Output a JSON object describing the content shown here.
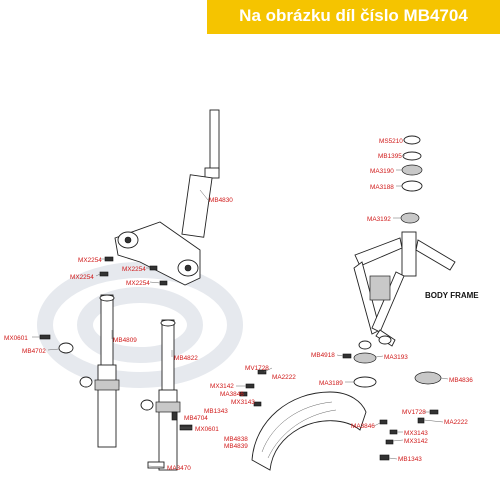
{
  "banner": {
    "title": "Na obrázku díl číslo MB4704",
    "background": "#f5c400"
  },
  "colors": {
    "label": "#d01818",
    "line": "#666666"
  },
  "labels": {
    "MB4830": "MB4830",
    "MX2254_a": "MX2254",
    "MX2254_b": "MX2254",
    "MX2254_c": "MX2254",
    "MX2254_d": "MX2254",
    "MB4809": "MB4809",
    "MB4822": "MB4822",
    "MX0601_a": "MX0601",
    "MB4702": "MB4702",
    "MA3470": "MA3470",
    "MS5210": "MS5210",
    "MB1395": "MB1395",
    "MA3190": "MA3190",
    "MA3188": "MA3188",
    "MA3192": "MA3192",
    "MB4918": "MB4918",
    "MA3193": "MA3193",
    "MA3189": "MA3189",
    "MB4836": "MB4836",
    "MV1728_a": "MV1728",
    "MA2222_a": "MA2222",
    "MX3142_a": "MX3142",
    "MA3846_a": "MA3846",
    "MX3143_a": "MX3143",
    "MB1343_a": "MB1343",
    "MB4704": "MB4704",
    "MX0601_b": "MX0601",
    "MB4838": "MB4838",
    "MB4839": "MB4839",
    "MV1728_b": "MV1728",
    "MA2222_b": "MA2222",
    "MA3846_b": "MA3846",
    "MX3143_b": "MX3143",
    "MX3142_b": "MX3142",
    "MB1343_b": "MB1343"
  },
  "frame_label": "BODY FRAME"
}
